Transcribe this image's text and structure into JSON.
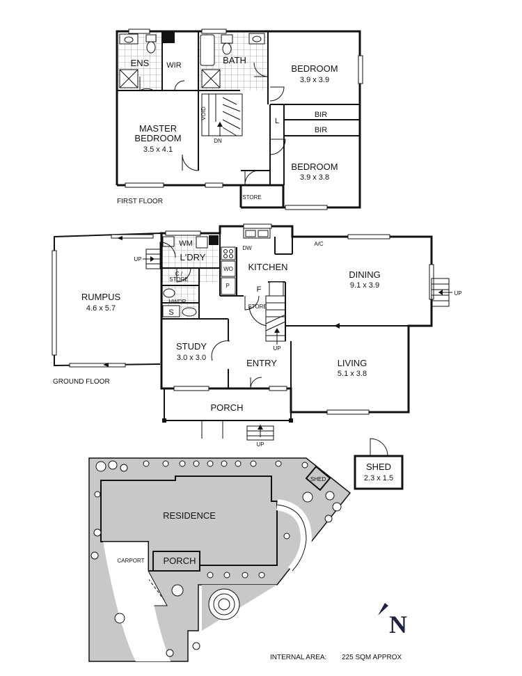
{
  "floors": {
    "first": "FIRST FLOOR",
    "ground": "GROUND FLOOR"
  },
  "rooms": {
    "ens": "ENS",
    "wir": "WIR",
    "bath": "BATH",
    "bedroom1_name": "BEDROOM",
    "bedroom1_size": "3.9 x 3.9",
    "void": "VOID",
    "bir1": "BIR",
    "bir2": "BIR",
    "linen": "L",
    "master_name1": "MASTER",
    "master_name2": "BEDROOM",
    "master_size": "3.5 x 4.1",
    "dn": "DN",
    "bedroom2_name": "BEDROOM",
    "bedroom2_size": "3.9 x 3.8",
    "store_upper": "STORE",
    "wm": "WM",
    "ldry": "L'DRY",
    "dw": "DW",
    "ac": "A/C",
    "kitchen": "KITCHEN",
    "wo": "WO",
    "p": "P",
    "f": "F",
    "store_kitchen": "STORE",
    "cstore1": "C /",
    "cstore2": "STORE",
    "hwdr": "HWDR",
    "s": "S",
    "rumpus_name": "RUMPUS",
    "rumpus_size": "4.6 x 5.7",
    "dining_name": "DINING",
    "dining_size": "9.1 x 3.9",
    "study_name": "STUDY",
    "study_size": "3.0 x 3.0",
    "entry": "ENTRY",
    "living_name": "LIVING",
    "living_size": "5.1 x 3.8",
    "porch": "PORCH",
    "shed_name": "SHED",
    "shed_size": "2.3 x 1.5"
  },
  "up_labels": {
    "rumpus": "UP",
    "dining": "UP",
    "stair": "UP",
    "porch": "UP"
  },
  "site": {
    "residence": "RESIDENCE",
    "carport": "CARPORT",
    "porch": "PORCH",
    "shed": "SHED"
  },
  "compass": "N",
  "area": {
    "label": "INTERNAL AREA:",
    "value": "225 SQM APPROX"
  }
}
